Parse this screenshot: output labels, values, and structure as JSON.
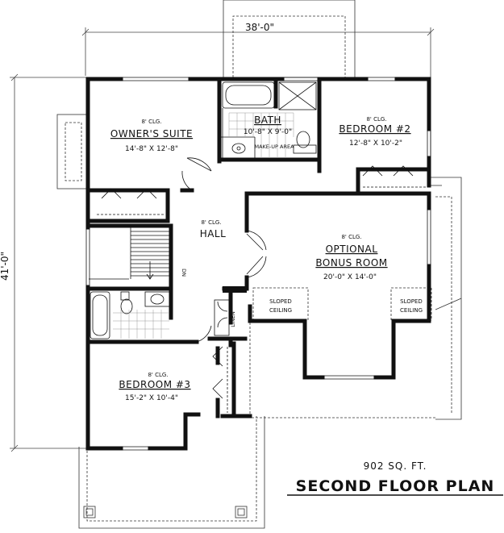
{
  "plan": {
    "overall_width": "38'-0\"",
    "overall_depth": "41'-0\"",
    "square_footage": "902 SQ. FT.",
    "title": "SECOND FLOOR PLAN",
    "rooms": {
      "owners_suite": {
        "ceiling": "8' CLG.",
        "name": "OWNER'S SUITE",
        "size": "14'-8\" X 12'-8\""
      },
      "bath": {
        "name": "BATH",
        "size": "10'-8\" X 9'-0\"",
        "makeup": "MAKE-UP AREA"
      },
      "bedroom2": {
        "ceiling": "8' CLG.",
        "name": "BEDROOM #2",
        "size": "12'-8\" X 10'-2\""
      },
      "hall": {
        "ceiling": "8' CLG.",
        "name": "HALL"
      },
      "bonus": {
        "ceiling": "8' CLG.",
        "name_line1": "OPTIONAL",
        "name_line2": "BONUS ROOM",
        "size": "20'-0\" X 14'-0\""
      },
      "sloped_left": {
        "line1": "SLOPED",
        "line2": "CEILING"
      },
      "sloped_right": {
        "line1": "SLOPED",
        "line2": "CEILING"
      },
      "bedroom3": {
        "ceiling": "8' CLG.",
        "name": "BEDROOM #3",
        "size": "15'-2\" X 10'-4\""
      },
      "linen": "LINEN",
      "stair_dn": "DN"
    }
  }
}
